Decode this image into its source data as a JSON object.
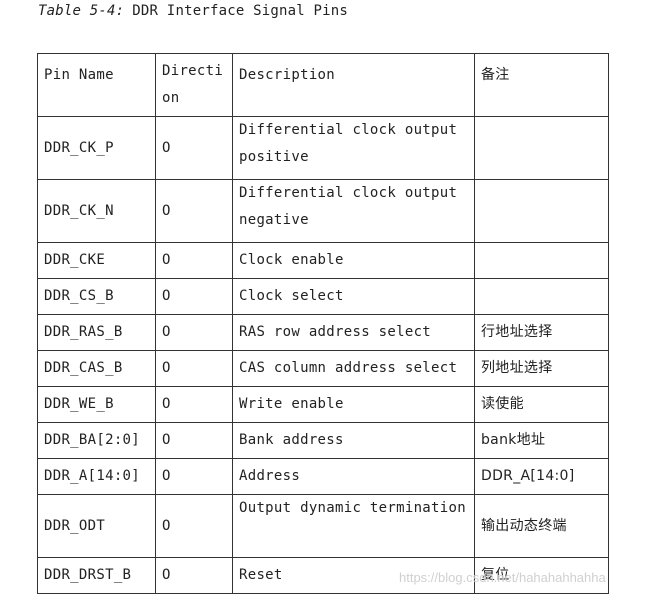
{
  "caption": {
    "number": "Table 5-4:",
    "title": "DDR Interface Signal Pins"
  },
  "table": {
    "headers": {
      "pin_name": "Pin Name",
      "direction": "Directi\non",
      "description": "Description",
      "note": "备注"
    },
    "rows": [
      {
        "pin": "DDR_CK_P",
        "dir": "O",
        "desc": "Differential clock output\npositive",
        "note": ""
      },
      {
        "pin": "DDR_CK_N",
        "dir": "O",
        "desc": "Differential clock output\nnegative",
        "note": ""
      },
      {
        "pin": "DDR_CKE",
        "dir": "O",
        "desc": "Clock enable",
        "note": ""
      },
      {
        "pin": "DDR_CS_B",
        "dir": "O",
        "desc": "Clock select",
        "note": ""
      },
      {
        "pin": "DDR_RAS_B",
        "dir": "O",
        "desc": "RAS row address select",
        "note": "行地址选择"
      },
      {
        "pin": "DDR_CAS_B",
        "dir": "O",
        "desc": "CAS column address select",
        "note": "列地址选择"
      },
      {
        "pin": "DDR_WE_B",
        "dir": "O",
        "desc": "Write enable",
        "note": "读使能"
      },
      {
        "pin": "DDR_BA[2:0]",
        "dir": "O",
        "desc": "Bank address",
        "note": "bank地址"
      },
      {
        "pin": "DDR_A[14:0]",
        "dir": "O",
        "desc": "Address",
        "note": "DDR_A[14:0]"
      },
      {
        "pin": "DDR_ODT",
        "dir": "O",
        "desc": "Output dynamic termination",
        "note": "输出动态终端"
      },
      {
        "pin": "DDR_DRST_B",
        "dir": "O",
        "desc": "Reset",
        "note": "复位"
      }
    ]
  },
  "watermark": "https://blog.csdn.net/hahahahhahha"
}
